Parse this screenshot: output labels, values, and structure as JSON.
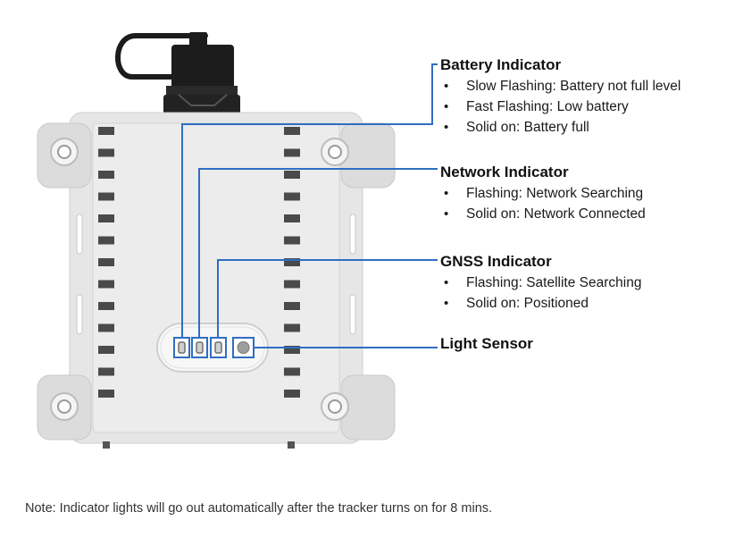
{
  "callouts": {
    "battery": {
      "title": "Battery Indicator",
      "items": [
        "Slow Flashing: Battery not full level",
        "Fast Flashing: Low battery",
        "Solid on: Battery full"
      ]
    },
    "network": {
      "title": "Network Indicator",
      "items": [
        "Flashing: Network Searching",
        "Solid on: Network Connected"
      ]
    },
    "gnss": {
      "title": "GNSS Indicator",
      "items": [
        "Flashing: Satellite Searching",
        "Solid on: Positioned"
      ]
    },
    "light": {
      "title": "Light Sensor"
    }
  },
  "note": "Note: Indicator lights will go out automatically after the tracker turns on for 8 mins.",
  "colors": {
    "leader_line": "#2f6ec2",
    "device_body": "#e4e4e4",
    "device_outline": "#c9c9c9",
    "vents": "#4a4a4a",
    "cap": "#1c1c1c"
  }
}
